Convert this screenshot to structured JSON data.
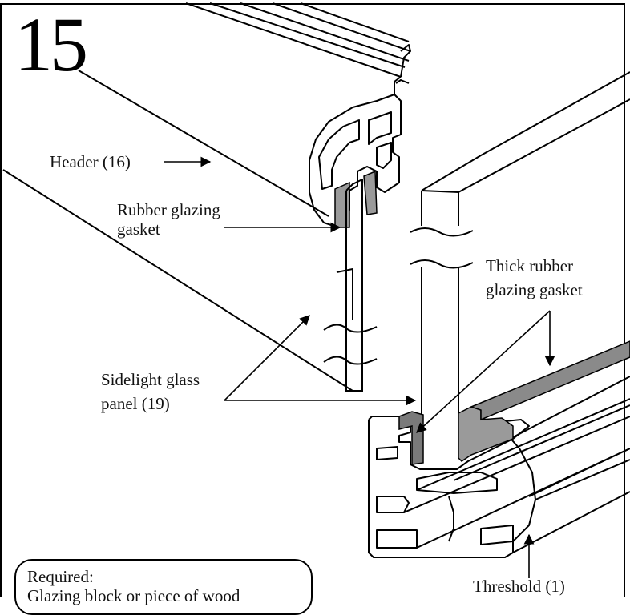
{
  "step": {
    "number": "15"
  },
  "labels": {
    "header": "Header (16)",
    "rubber_gasket_line1": "Rubber glazing",
    "rubber_gasket_line2": "gasket",
    "thick_gasket_line1": "Thick rubber",
    "thick_gasket_line2": "glazing gasket",
    "glass_line1": "Sidelight glass",
    "glass_line2": "panel (19)",
    "threshold": "Threshold (1)"
  },
  "required": {
    "title": "Required:",
    "item": "Glazing block or piece of wood"
  },
  "colors": {
    "line": "#000000",
    "gasket": "#9a9a9a",
    "gasket_dark": "#6e6e6e",
    "background": "#ffffff"
  }
}
